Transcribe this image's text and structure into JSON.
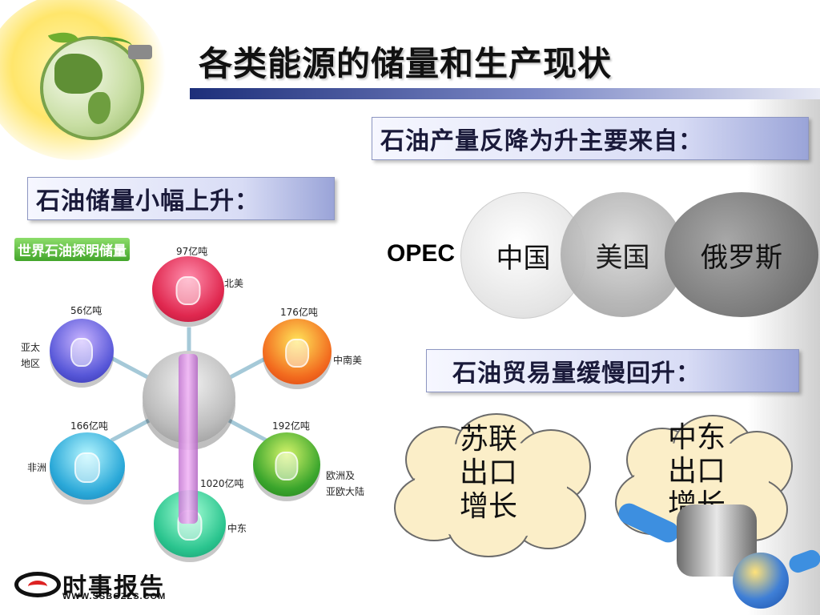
{
  "title": "各类能源的储量和生产现状",
  "sections": {
    "reserves_label": "石油储量小幅上升：",
    "production_label": "石油产量反降为升主要来自：",
    "trade_label": "石油贸易量缓慢回升："
  },
  "reserves_diagram": {
    "title": "世界石油探明储量",
    "regions": [
      {
        "name": "北美",
        "amount": "97亿吨",
        "color": "#e0284f"
      },
      {
        "name": "中南美",
        "amount": "176亿吨",
        "color": "#f26a1e"
      },
      {
        "name": "欧洲及\n亚欧大陆",
        "amount": "192亿吨",
        "color": "#3aa52c"
      },
      {
        "name": "中东",
        "amount": "1020亿吨",
        "color": "#2ac48e"
      },
      {
        "name": "非洲",
        "amount": "166亿吨",
        "color": "#2aa8d8"
      },
      {
        "name": "亚太\n地区",
        "amount": "56亿吨",
        "color": "#5757d8"
      }
    ]
  },
  "production_sources": {
    "opec": "OPEC",
    "countries": [
      "中国",
      "美国",
      "俄罗斯"
    ]
  },
  "trade_clouds": [
    {
      "lines": [
        "苏联",
        "出口",
        "增长"
      ]
    },
    {
      "lines": [
        "中东",
        "出口",
        "增长"
      ]
    }
  ],
  "logo": {
    "text": "时事报告",
    "url": "WWW.SSBGZZS.COM"
  }
}
